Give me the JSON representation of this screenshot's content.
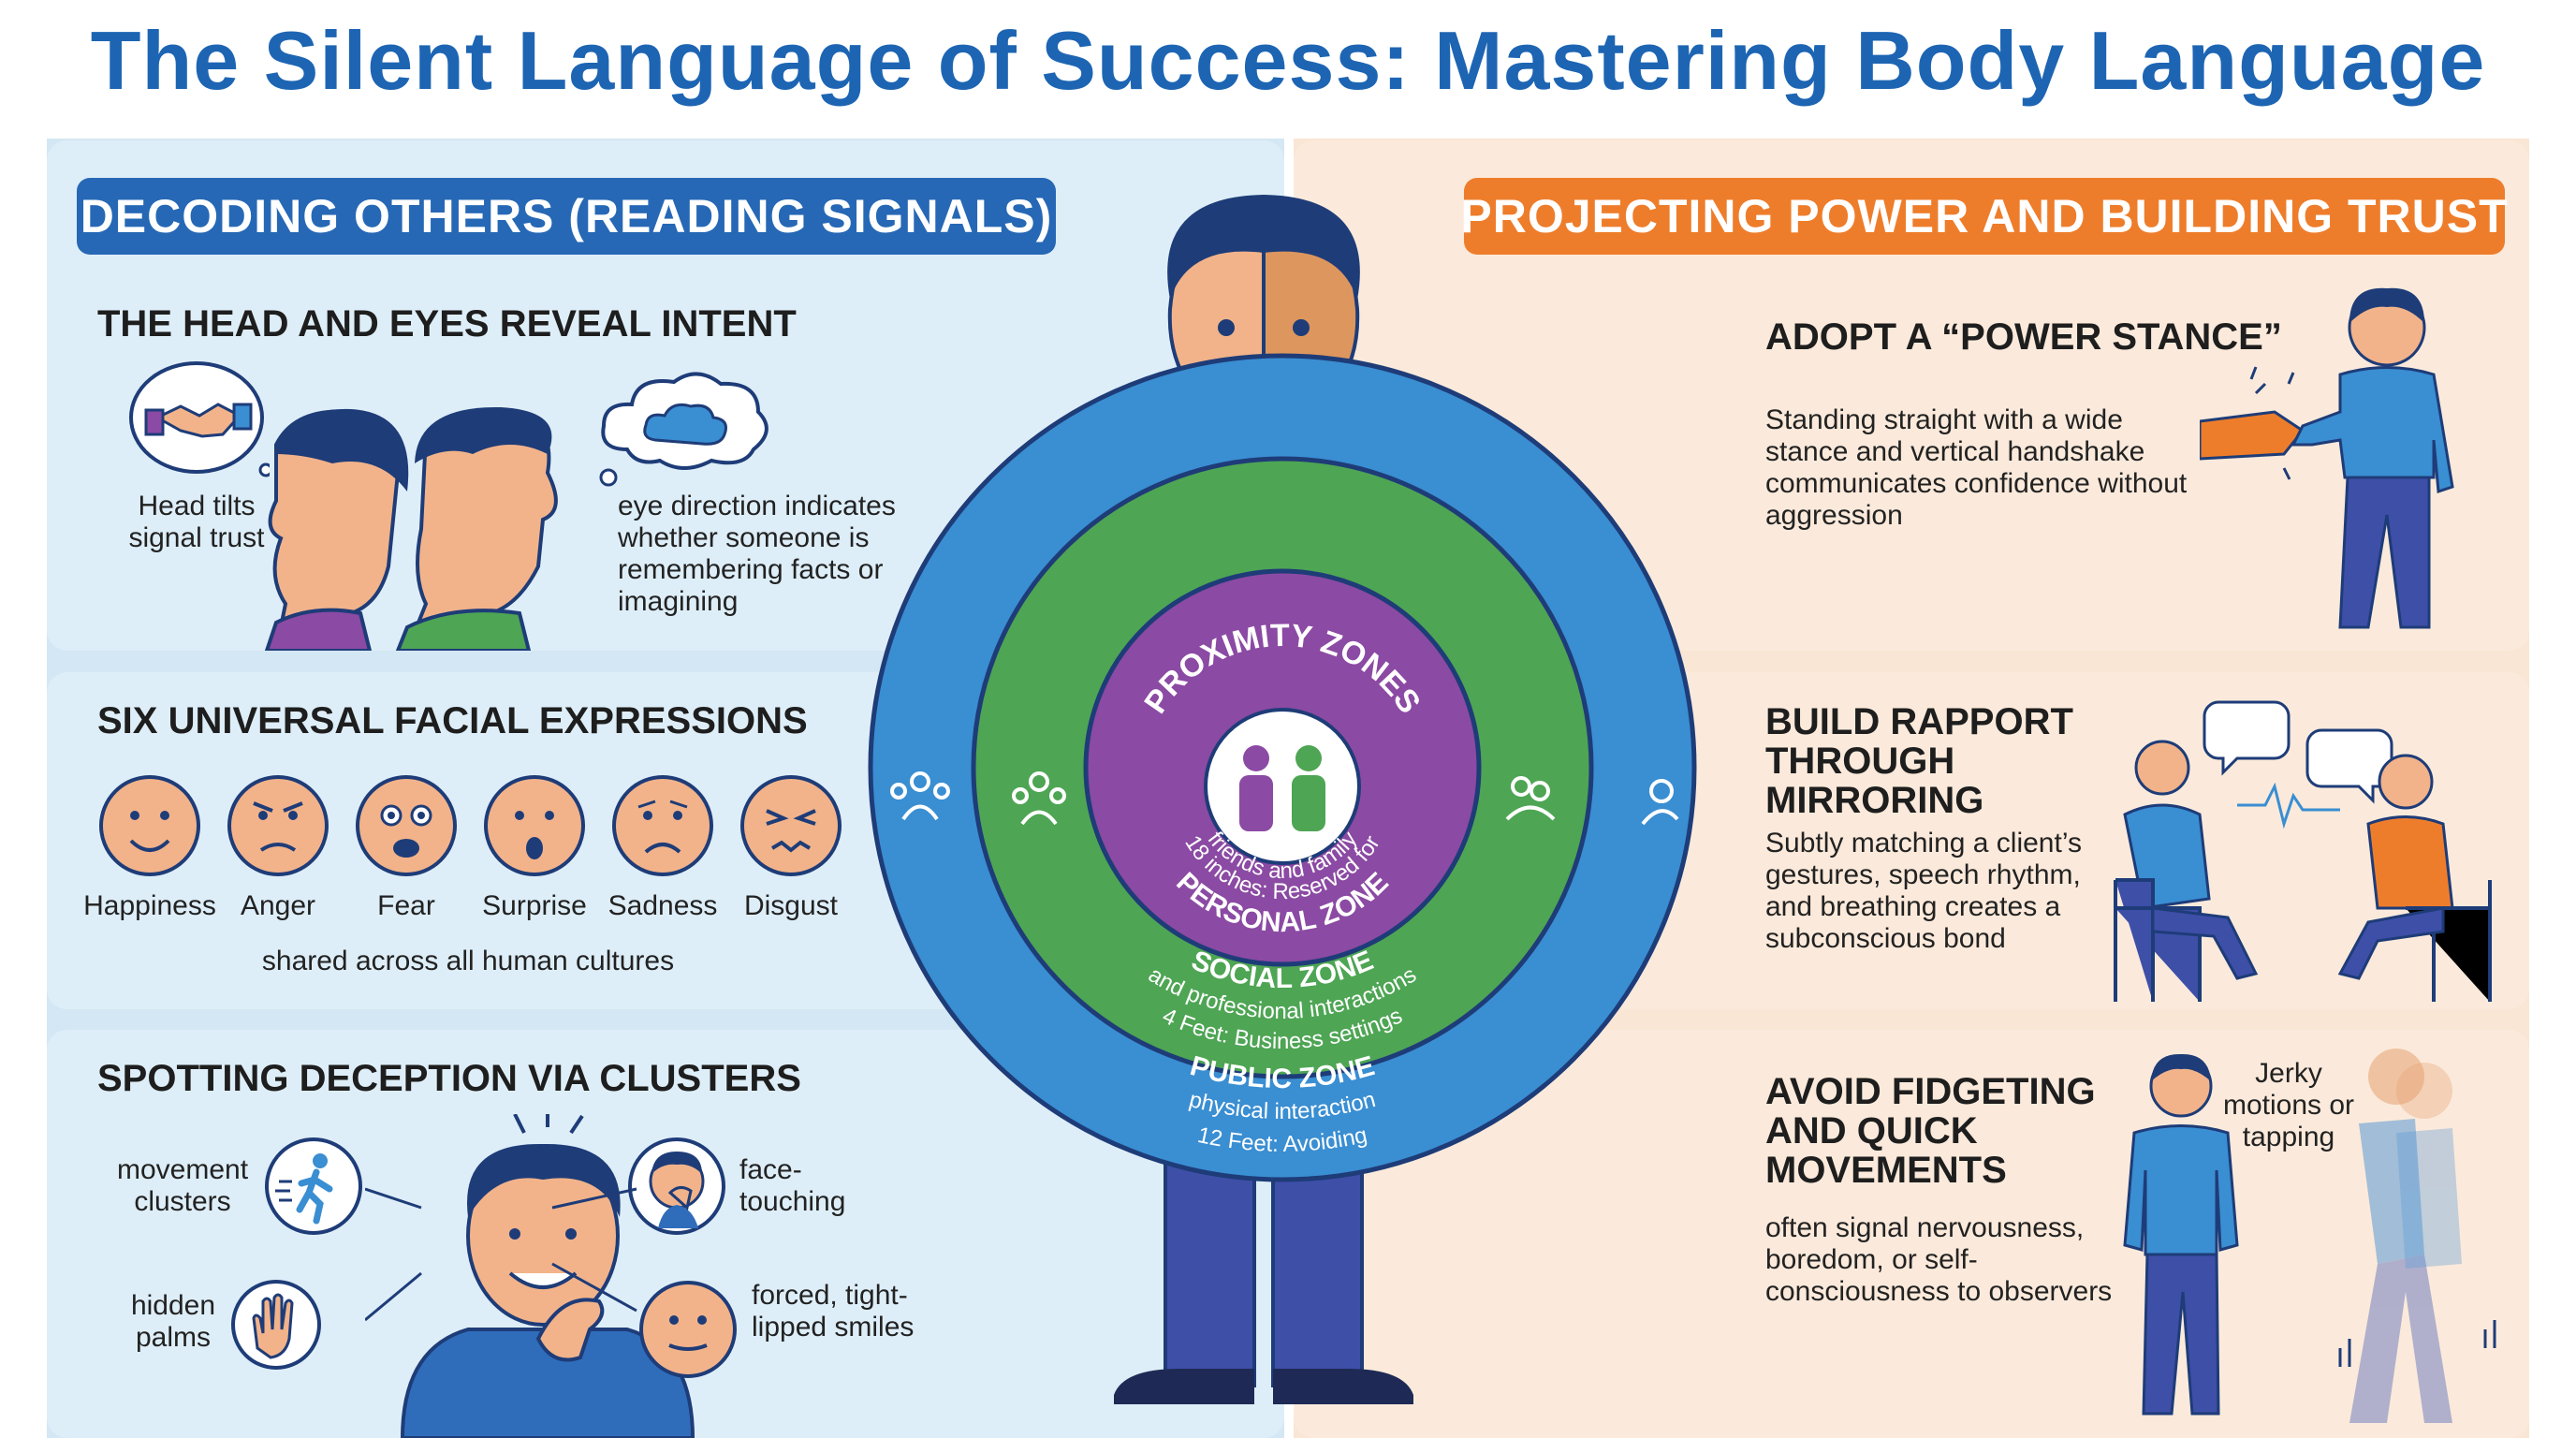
{
  "title": "The Silent Language of Success: Mastering Body Language",
  "left": {
    "banner": "DECODING OTHERS (READING SIGNALS)",
    "head_eyes": {
      "title": "THE HEAD AND EYES REVEAL INTENT",
      "head_tilts": "Head tilts signal trust",
      "eye_direction": "eye direction indicates whether someone is remembering facts or imagining"
    },
    "expressions": {
      "title": "SIX UNIVERSAL FACIAL EXPRESSIONS",
      "faces": [
        "Happiness",
        "Anger",
        "Fear",
        "Surprise",
        "Sadness",
        "Disgust"
      ],
      "caption": "shared across all human cultures"
    },
    "deception": {
      "title": "SPOTTING DECEPTION VIA CLUSTERS",
      "movement": "movement clusters",
      "face_touching": "face-touching",
      "hidden_palms": "hidden palms",
      "forced_smiles": "forced, tight-lipped smiles"
    }
  },
  "center": {
    "proximity": "PROXIMITY ZONES",
    "personal_zone": "PERSONAL ZONE",
    "personal_desc": "18 inches: Reserved for friends and family",
    "social_zone": "SOCIAL ZONE",
    "social_desc": "4 Feet: Business settings and professional interactions",
    "public_zone": "PUBLIC ZONE",
    "public_desc": "12 Feet: Avoiding physical interaction",
    "colors": {
      "public": "#3a8ed2",
      "social": "#4ea554",
      "personal": "#8b4aa3"
    }
  },
  "right": {
    "banner": "PROJECTING POWER AND BUILDING TRUST",
    "power": {
      "title": "ADOPT A “POWER STANCE”",
      "desc": "Standing straight with a wide stance and vertical handshake communicates confidence without aggression"
    },
    "rapport": {
      "title": "BUILD RAPPORT THROUGH MIRRORING",
      "desc": "Subtly matching a client’s gestures, speech rhythm, and breathing creates a subconscious bond"
    },
    "fidget": {
      "title": "AVOID FIDGETING AND QUICK MOVEMENTS",
      "desc": "often signal nervousness, boredom, or self-consciousness to observers",
      "jerky": "Jerky motions or tapping"
    }
  },
  "theme": {
    "blue": "#1d65b3",
    "orange": "#e8782b"
  }
}
